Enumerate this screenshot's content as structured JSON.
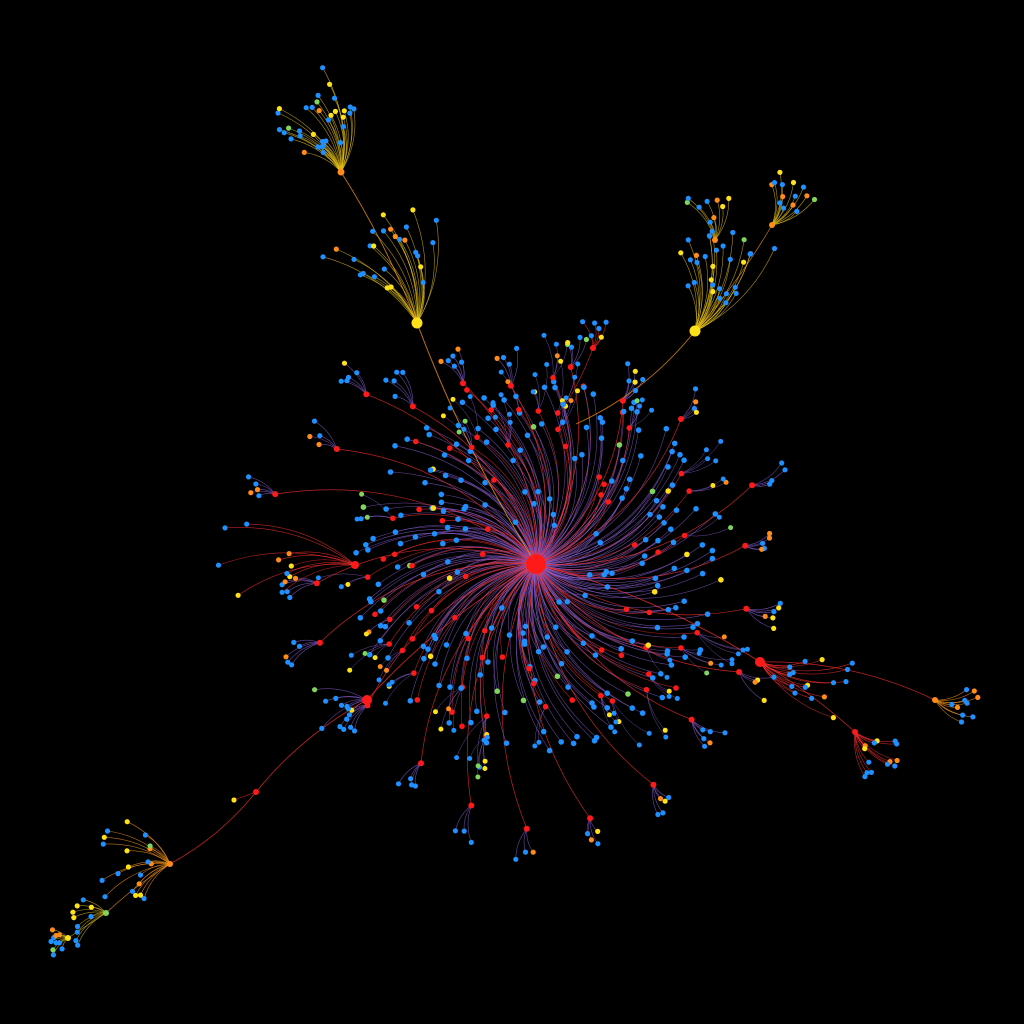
{
  "graph": {
    "type": "radial-tree-network",
    "background": "#000000",
    "colors": {
      "root": "#ff1a1a",
      "red": "#ff1a1a",
      "blue": "#1e90ff",
      "yellow": "#ffe11a",
      "orange": "#ff8c1a",
      "green": "#7fd65a",
      "edge_red": "#ff3030",
      "edge_orange": "#ff9a1a",
      "edge_purple": "#8a5fd0",
      "edge_yellow": "#e6c21a"
    },
    "hub_node": {
      "name": "root",
      "color": "red",
      "size": "large"
    },
    "branches": [
      {
        "name": "upper-left-yellow-hub",
        "hub_color": "yellow",
        "sub_clusters": 2,
        "leaf_colors": [
          "blue",
          "yellow",
          "orange",
          "green"
        ]
      },
      {
        "name": "upper-right-yellow-hub",
        "hub_color": "yellow",
        "sub_clusters": 4,
        "leaf_colors": [
          "blue",
          "yellow",
          "orange",
          "green"
        ]
      },
      {
        "name": "lower-left-red-hub",
        "hub_color": "red",
        "sub_clusters": 3,
        "leaf_colors": [
          "blue",
          "yellow",
          "orange",
          "green"
        ]
      },
      {
        "name": "right-red-hub",
        "hub_color": "red",
        "sub_clusters": 3,
        "leaf_colors": [
          "blue",
          "yellow",
          "orange",
          "green"
        ]
      },
      {
        "name": "left-red-hub",
        "hub_color": "red",
        "sub_clusters": 1,
        "leaf_colors": [
          "blue",
          "yellow",
          "orange"
        ]
      }
    ],
    "ring_node_colors": [
      "blue",
      "red",
      "yellow",
      "orange",
      "green"
    ],
    "labels_shown": false
  }
}
